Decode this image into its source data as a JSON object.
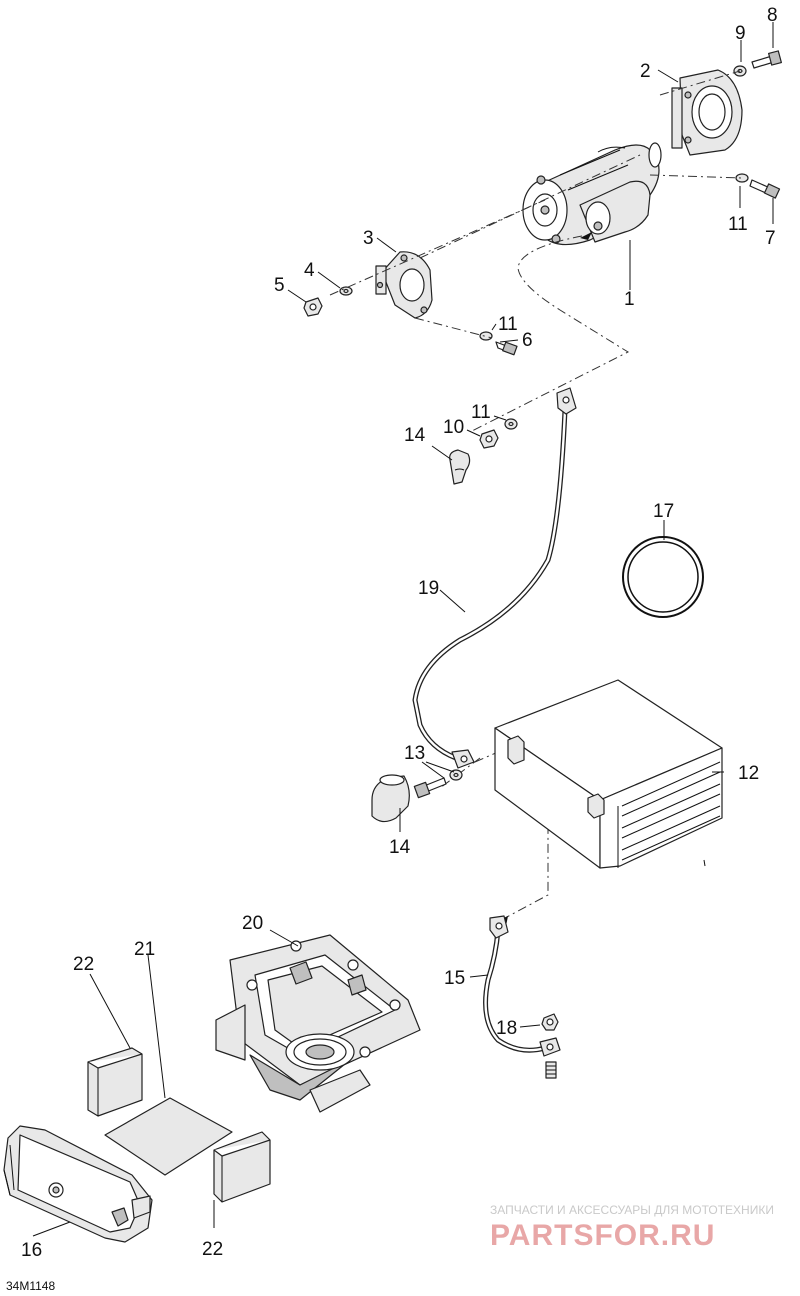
{
  "callouts": {
    "c1": "1",
    "c2": "2",
    "c3": "3",
    "c4": "4",
    "c5": "5",
    "c6": "6",
    "c7": "7",
    "c8": "8",
    "c9": "9",
    "c10": "10",
    "c11a": "11",
    "c11b": "11",
    "c11c": "11",
    "c12": "12",
    "c13": "13",
    "c14a": "14",
    "c14b": "14",
    "c15": "15",
    "c16": "16",
    "c17": "17",
    "c18": "18",
    "c19": "19",
    "c20": "20",
    "c21": "21",
    "c22a": "22",
    "c22b": "22"
  },
  "diagram_code": "34M1148",
  "watermark": {
    "line1": "ЗАПЧАСТИ И АКСЕССУАРЫ ДЛЯ МОТОТЕХНИКИ",
    "line2": "PARTSFOR.RU"
  }
}
